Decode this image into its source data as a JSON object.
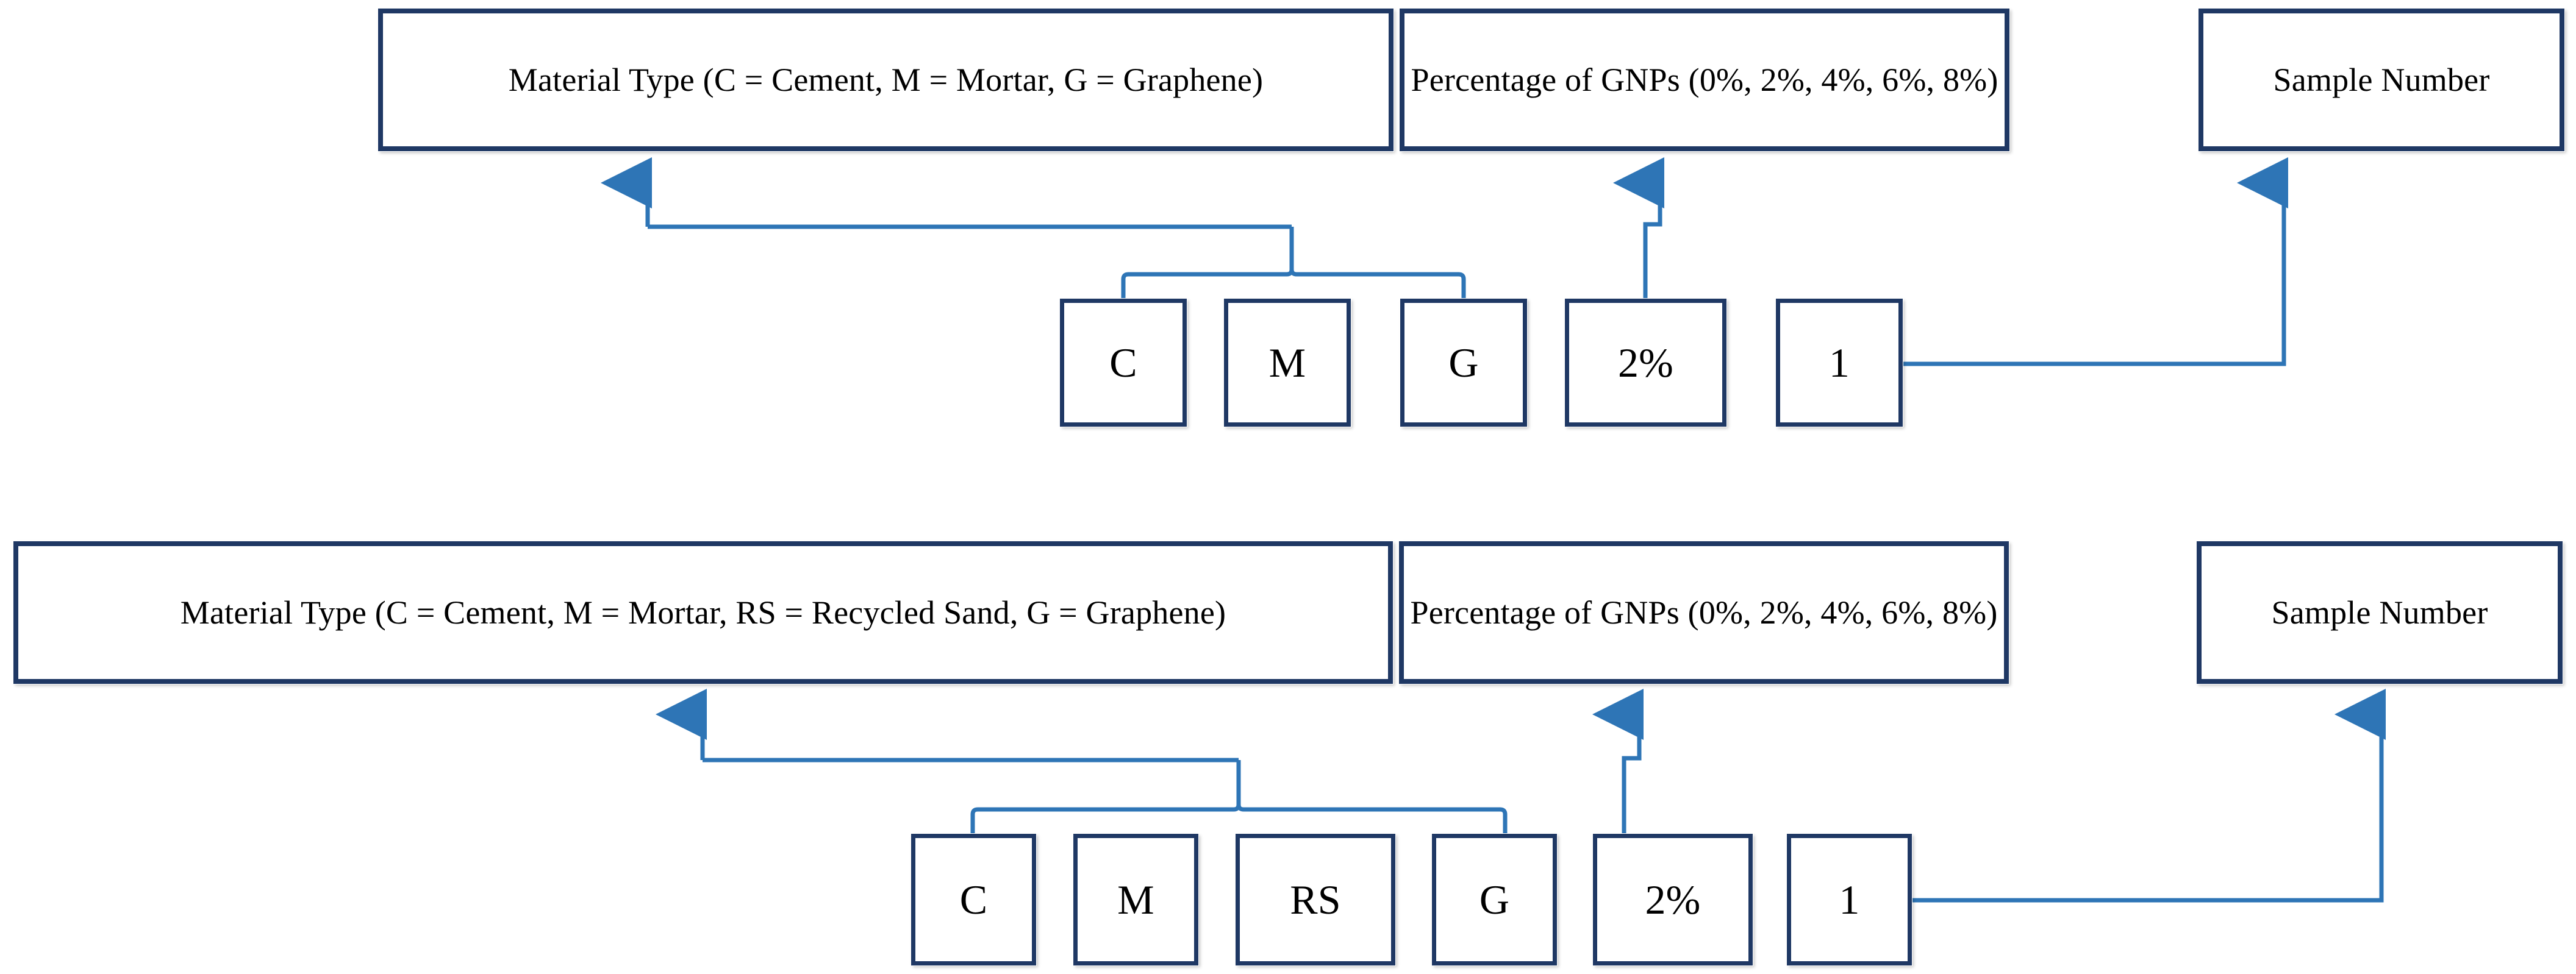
{
  "diagram": {
    "type": "sample-naming-convention",
    "accent_color": "#2E75B6",
    "box_border_color": "#1F3864",
    "text_color": "#000000",
    "background_color": "#FFFFFF",
    "rows": [
      {
        "id": "row-top",
        "headers": [
          {
            "id": "top-material-type",
            "label": "Material Type (C = Cement, M = Mortar, G = Graphene)"
          },
          {
            "id": "top-percentage",
            "label": "Percentage of GNPs (0%, 2%, 4%, 6%, 8%)"
          },
          {
            "id": "top-sample-number",
            "label": "Sample Number"
          }
        ],
        "codes": [
          {
            "id": "top-code-c",
            "label": "C",
            "maps_to": "top-material-type"
          },
          {
            "id": "top-code-m",
            "label": "M",
            "maps_to": "top-material-type"
          },
          {
            "id": "top-code-g",
            "label": "G",
            "maps_to": "top-material-type"
          },
          {
            "id": "top-code-pct",
            "label": "2%",
            "maps_to": "top-percentage"
          },
          {
            "id": "top-code-num",
            "label": "1",
            "maps_to": "top-sample-number"
          }
        ]
      },
      {
        "id": "row-bottom",
        "headers": [
          {
            "id": "bottom-material-type",
            "label": "Material Type (C = Cement, M = Mortar, RS = Recycled Sand, G = Graphene)"
          },
          {
            "id": "bottom-percentage",
            "label": "Percentage of GNPs (0%, 2%, 4%, 6%, 8%)"
          },
          {
            "id": "bottom-sample-number",
            "label": "Sample Number"
          }
        ],
        "codes": [
          {
            "id": "bottom-code-c",
            "label": "C",
            "maps_to": "bottom-material-type"
          },
          {
            "id": "bottom-code-m",
            "label": "M",
            "maps_to": "bottom-material-type"
          },
          {
            "id": "bottom-code-rs",
            "label": "RS",
            "maps_to": "bottom-material-type"
          },
          {
            "id": "bottom-code-g",
            "label": "G",
            "maps_to": "bottom-material-type"
          },
          {
            "id": "bottom-code-pct",
            "label": "2%",
            "maps_to": "bottom-percentage"
          },
          {
            "id": "bottom-code-num",
            "label": "1",
            "maps_to": "bottom-sample-number"
          }
        ]
      }
    ]
  }
}
